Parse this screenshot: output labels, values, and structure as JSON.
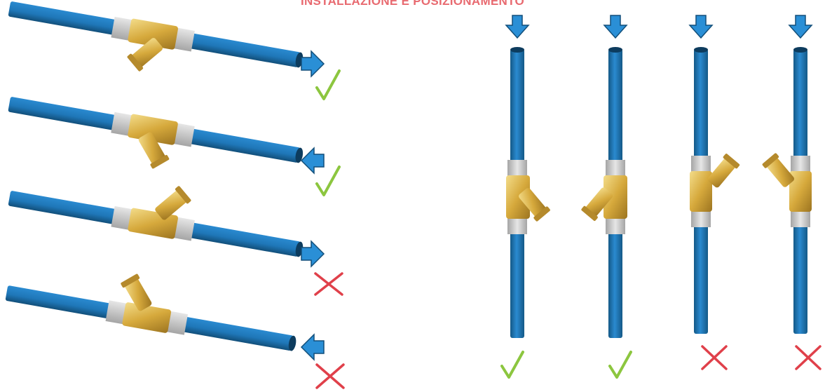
{
  "title": "INSTALLAZIONE E POSIZIONAMENTO",
  "colors": {
    "pipe": "#1f77b8",
    "pipe_dark": "#145987",
    "arrow": "#2a8fd6",
    "check": "#8cc63f",
    "cross": "#e0404a",
    "brass": "#d9b04a",
    "sleeve": "#bfbfbf"
  },
  "horizontal_installations": [
    {
      "flow": "right",
      "body": "down",
      "verdict": "correct",
      "icons": [
        "arrow-right-icon",
        "check-icon"
      ]
    },
    {
      "flow": "left",
      "body": "down",
      "verdict": "correct",
      "icons": [
        "arrow-left-icon",
        "check-icon"
      ]
    },
    {
      "flow": "right",
      "body": "up",
      "verdict": "wrong",
      "icons": [
        "arrow-right-icon",
        "cross-icon"
      ]
    },
    {
      "flow": "left",
      "body": "up",
      "verdict": "wrong",
      "icons": [
        "arrow-left-icon",
        "cross-icon"
      ]
    }
  ],
  "vertical_installations": [
    {
      "flow": "down",
      "body": "right-down",
      "verdict": "correct",
      "icons": [
        "arrow-down-icon",
        "check-icon"
      ]
    },
    {
      "flow": "down",
      "body": "left-down",
      "verdict": "correct",
      "icons": [
        "arrow-down-icon",
        "check-icon"
      ]
    },
    {
      "flow": "down",
      "body": "right-up",
      "verdict": "wrong",
      "icons": [
        "arrow-down-icon",
        "cross-icon"
      ]
    },
    {
      "flow": "down",
      "body": "left-up",
      "verdict": "wrong",
      "icons": [
        "arrow-down-icon",
        "cross-icon"
      ]
    }
  ]
}
